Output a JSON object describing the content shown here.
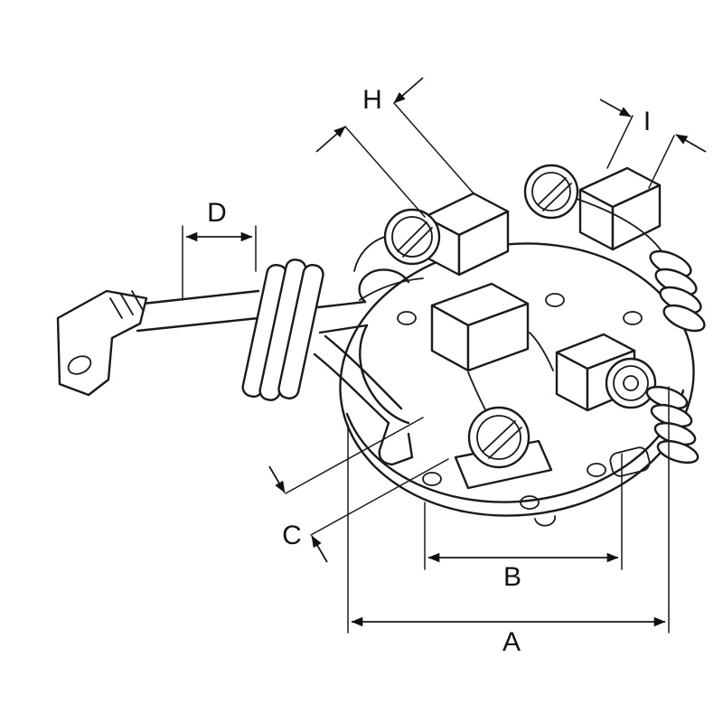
{
  "figure": {
    "kind": "technical-line-drawing",
    "subject": "Starter motor brush holder assembly with dimension callouts",
    "background_color": "#ffffff",
    "line_color": "#1a1a1a",
    "dimension_labels": {
      "A": "A",
      "B": "B",
      "C": "C",
      "D": "D",
      "H": "H",
      "I": "I"
    }
  }
}
